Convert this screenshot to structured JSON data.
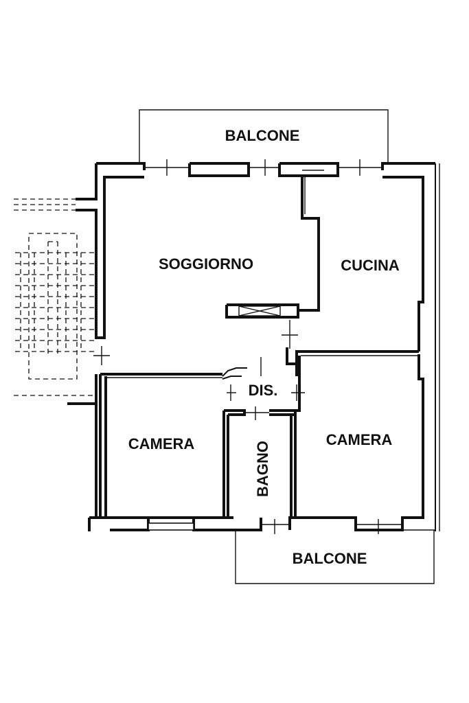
{
  "rooms": {
    "balcony_top": "BALCONE",
    "living": "SOGGIORNO",
    "kitchen": "CUCINA",
    "hall": "DIS.",
    "bedroom_left": "CAMERA",
    "bathroom": "BAGNO",
    "bedroom_right": "CAMERA",
    "balcony_bottom": "BALCONE"
  },
  "colors": {
    "line": "#111111",
    "background": "#ffffff"
  }
}
